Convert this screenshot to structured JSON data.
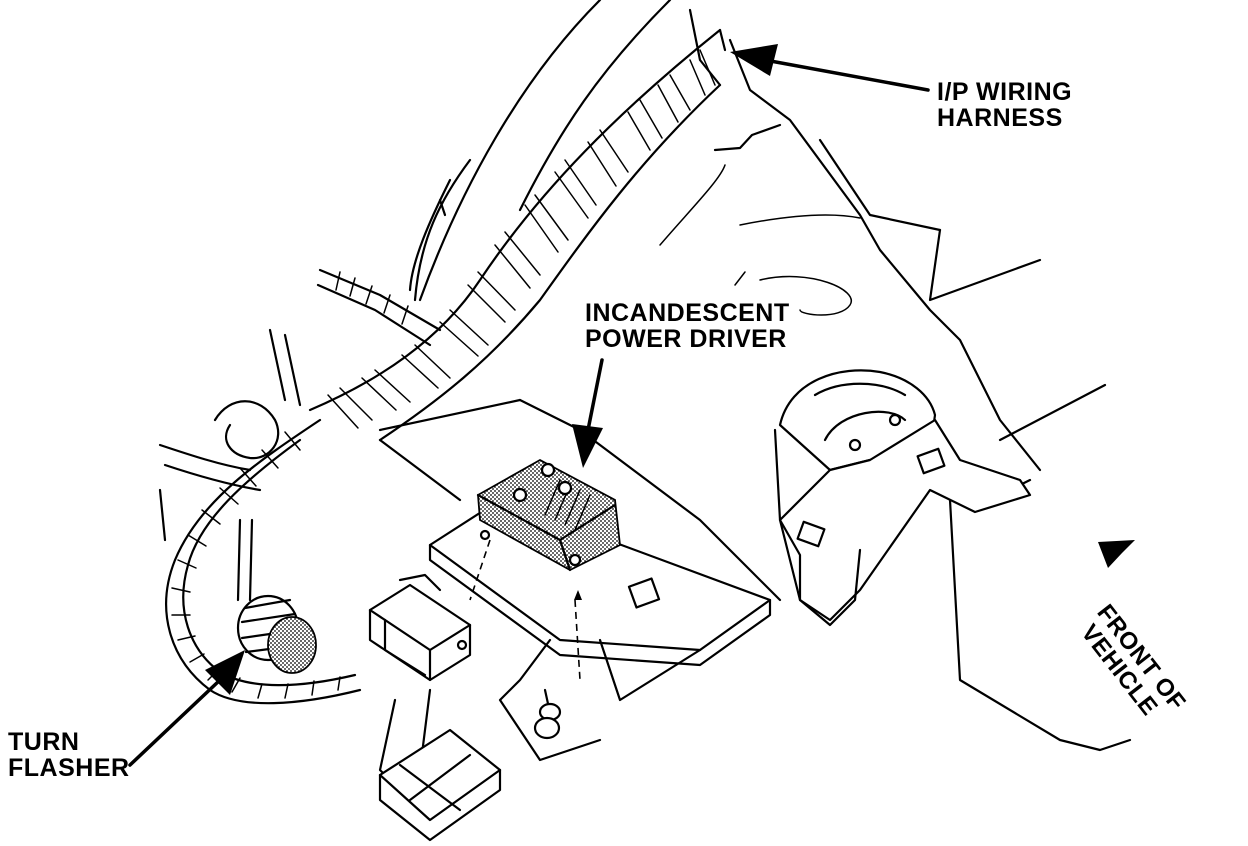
{
  "labels": {
    "ip_wiring_harness": [
      "I/P WIRING",
      "HARNESS"
    ],
    "incandescent_power_driver": [
      "INCANDESCENT",
      "POWER DRIVER"
    ],
    "turn_flasher": [
      "TURN",
      "FLASHER"
    ],
    "front_of_vehicle": [
      "FRONT OF",
      "VEHICLE"
    ]
  },
  "colors": {
    "ink": "#000000",
    "paper": "#ffffff"
  }
}
